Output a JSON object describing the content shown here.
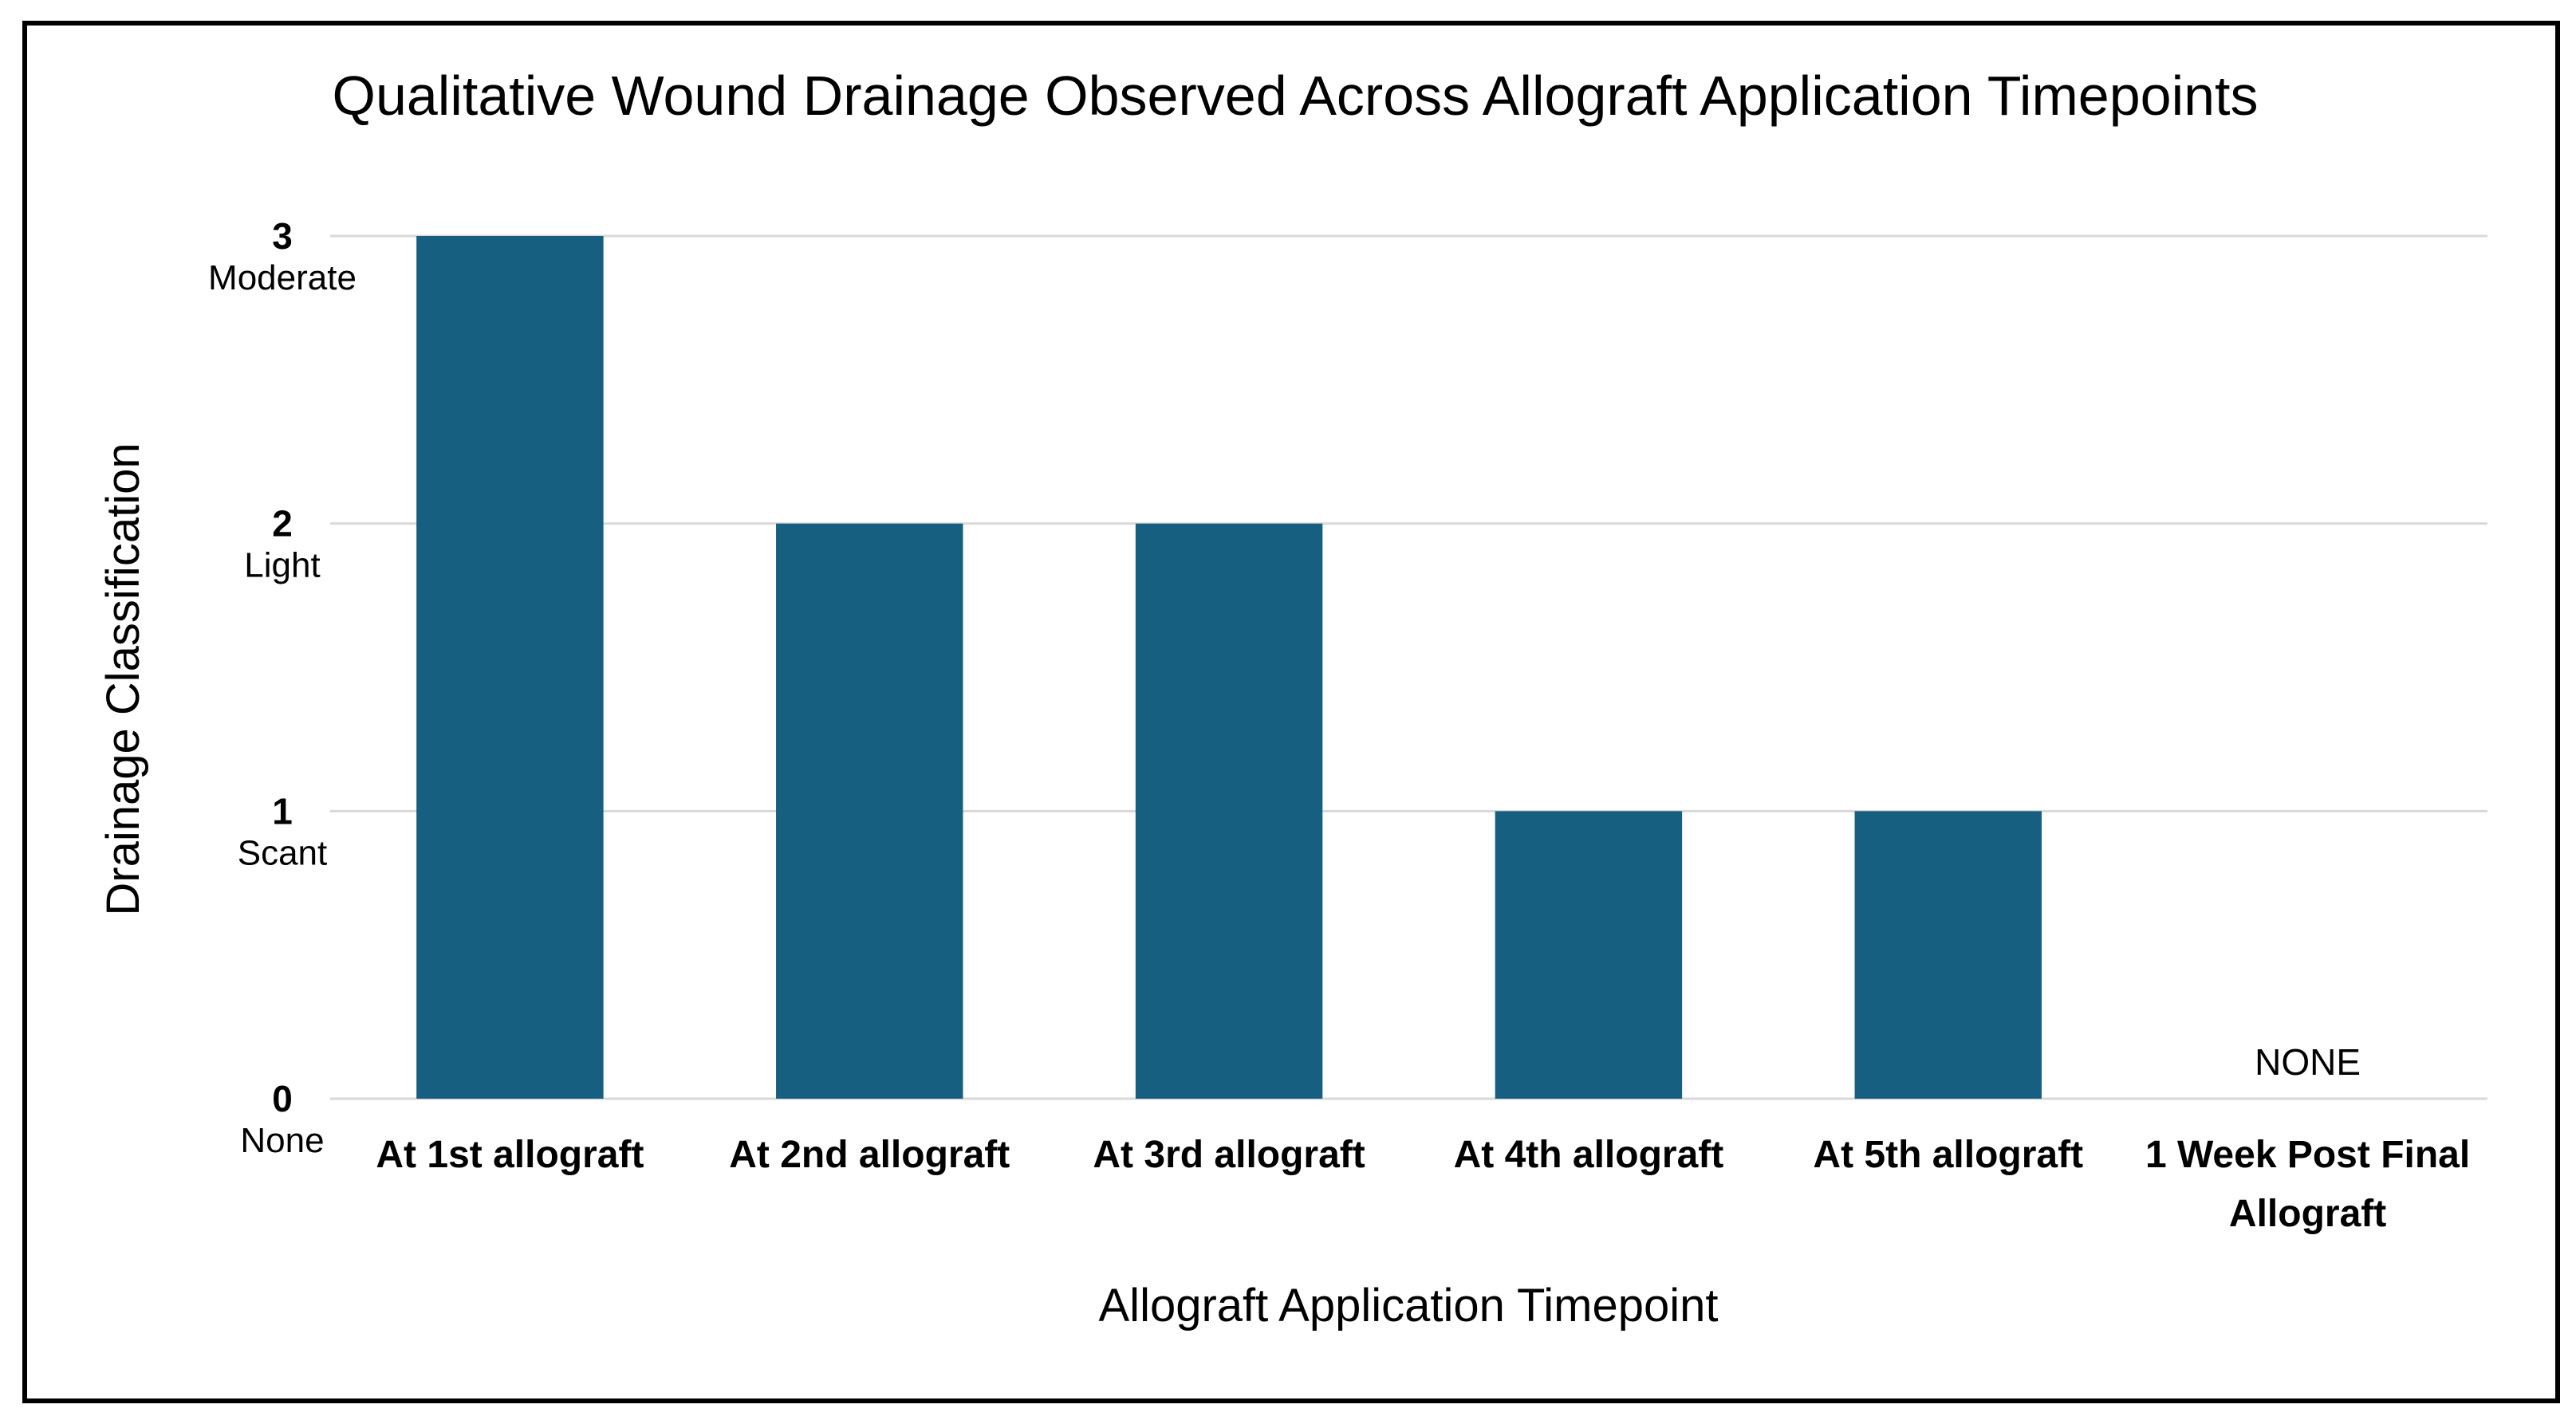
{
  "chart_data": {
    "type": "bar",
    "title": "Qualitative Wound Drainage Observed Across Allograft Application Timepoints",
    "xlabel": "Allograft Application Timepoint",
    "ylabel": "Drainage Classification",
    "categories": [
      [
        "At 1st allograft"
      ],
      [
        "At 2nd allograft"
      ],
      [
        "At 3rd allograft"
      ],
      [
        "At 4th allograft"
      ],
      [
        "At 5th allograft"
      ],
      [
        "1 Week Post Final",
        "Allograft"
      ]
    ],
    "values": [
      3,
      2,
      2,
      1,
      1,
      0
    ],
    "data_labels": [
      "",
      "",
      "",
      "",
      "",
      "NONE"
    ],
    "ylim": [
      0,
      3
    ],
    "yticks": [
      {
        "value": 0,
        "label": "0",
        "sublabel": "None"
      },
      {
        "value": 1,
        "label": "1",
        "sublabel": "Scant"
      },
      {
        "value": 2,
        "label": "2",
        "sublabel": "Light"
      },
      {
        "value": 3,
        "label": "3",
        "sublabel": "Moderate"
      }
    ],
    "grid": true,
    "legend": "none",
    "bar_color": "#175f80",
    "grid_color": "#d9d9d9"
  }
}
